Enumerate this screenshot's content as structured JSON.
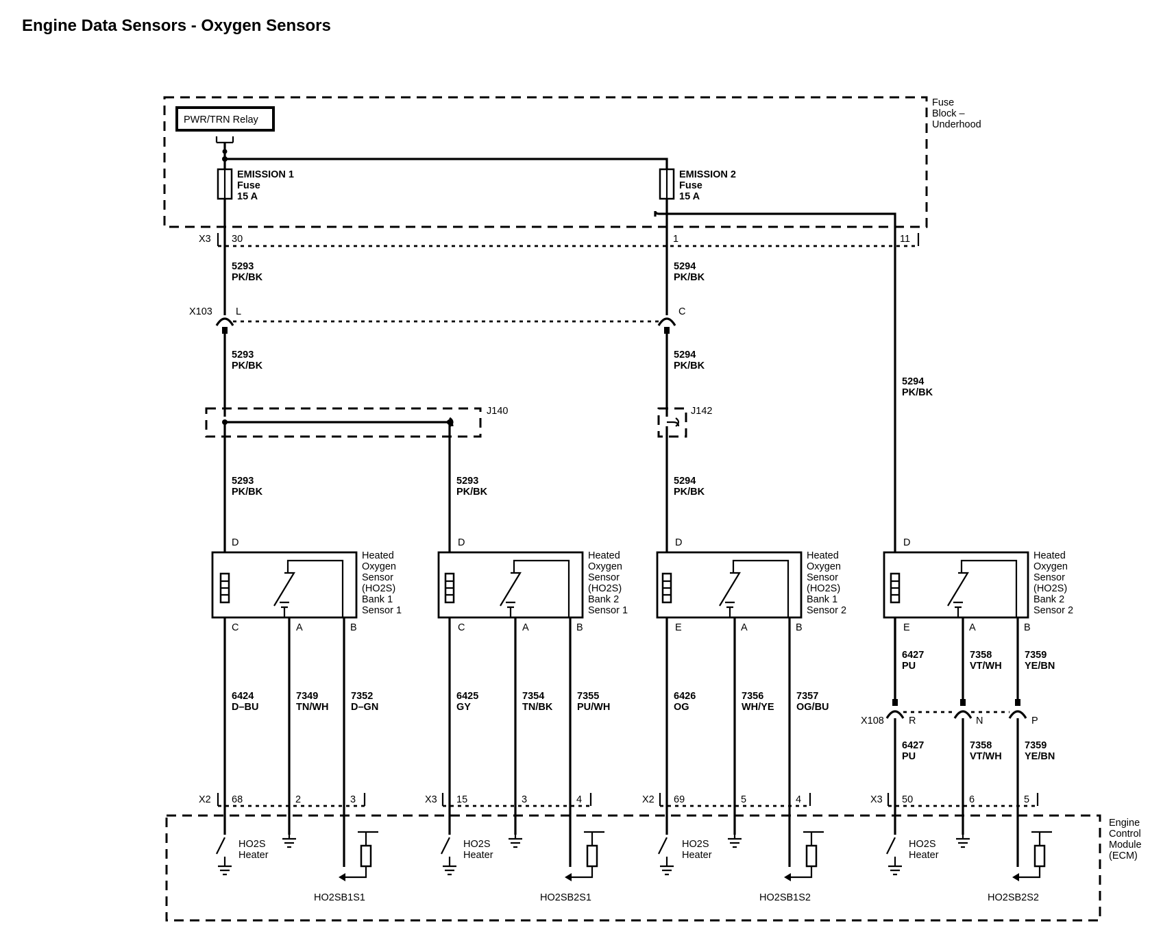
{
  "title": "Engine Data Sensors - Oxygen Sensors",
  "fuse_block": {
    "label": [
      "Fuse",
      "Block –",
      "Underhood"
    ]
  },
  "relay": {
    "label": "PWR/TRN Relay"
  },
  "fuses": [
    {
      "name": "EMISSION 1",
      "type": "Fuse",
      "rating": "15 A"
    },
    {
      "name": "EMISSION 2",
      "type": "Fuse",
      "rating": "15 A"
    }
  ],
  "connector_x3_top": {
    "name": "X3",
    "pins": [
      "30",
      "1",
      "11"
    ]
  },
  "connector_x103": {
    "name": "X103",
    "pins": [
      "L",
      "C"
    ]
  },
  "splices": [
    "J140",
    "J142"
  ],
  "wires": {
    "w5293": [
      "5293",
      "PK/BK"
    ],
    "w5294": [
      "5294",
      "PK/BK"
    ],
    "w6424": [
      "6424",
      "D–BU"
    ],
    "w7349": [
      "7349",
      "TN/WH"
    ],
    "w7352": [
      "7352",
      "D–GN"
    ],
    "w6425": [
      "6425",
      "GY"
    ],
    "w7354": [
      "7354",
      "TN/BK"
    ],
    "w7355": [
      "7355",
      "PU/WH"
    ],
    "w6426": [
      "6426",
      "OG"
    ],
    "w7356": [
      "7356",
      "WH/YE"
    ],
    "w7357": [
      "7357",
      "OG/BU"
    ],
    "w6427": [
      "6427",
      "PU"
    ],
    "w7358": [
      "7358",
      "VT/WH"
    ],
    "w7359": [
      "7359",
      "YE/BN"
    ]
  },
  "sensors": [
    {
      "label": [
        "Heated",
        "Oxygen",
        "Sensor",
        "(HO2S)",
        "Bank 1",
        "Sensor 1"
      ],
      "pins": [
        "D",
        "C",
        "A",
        "B"
      ]
    },
    {
      "label": [
        "Heated",
        "Oxygen",
        "Sensor",
        "(HO2S)",
        "Bank 2",
        "Sensor 1"
      ],
      "pins": [
        "D",
        "C",
        "A",
        "B"
      ]
    },
    {
      "label": [
        "Heated",
        "Oxygen",
        "Sensor",
        "(HO2S)",
        "Bank 1",
        "Sensor 2"
      ],
      "pins": [
        "D",
        "E",
        "A",
        "B"
      ]
    },
    {
      "label": [
        "Heated",
        "Oxygen",
        "Sensor",
        "(HO2S)",
        "Bank 2",
        "Sensor 2"
      ],
      "pins": [
        "D",
        "E",
        "A",
        "B"
      ]
    }
  ],
  "connector_x108": {
    "name": "X108",
    "pins": [
      "R",
      "N",
      "P"
    ]
  },
  "ecm": {
    "label": [
      "Engine",
      "Control",
      "Module",
      "(ECM)"
    ],
    "heater_label": [
      "HO2S",
      "Heater"
    ],
    "groups": [
      {
        "connector": "X2",
        "pins": [
          "68",
          "2",
          "3"
        ],
        "signal": "HO2SB1S1"
      },
      {
        "connector": "X3",
        "pins": [
          "15",
          "3",
          "4"
        ],
        "signal": "HO2SB2S1"
      },
      {
        "connector": "X2",
        "pins": [
          "69",
          "5",
          "4"
        ],
        "signal": "HO2SB1S2"
      },
      {
        "connector": "X3",
        "pins": [
          "50",
          "6",
          "5"
        ],
        "signal": "HO2SB2S2"
      }
    ]
  }
}
